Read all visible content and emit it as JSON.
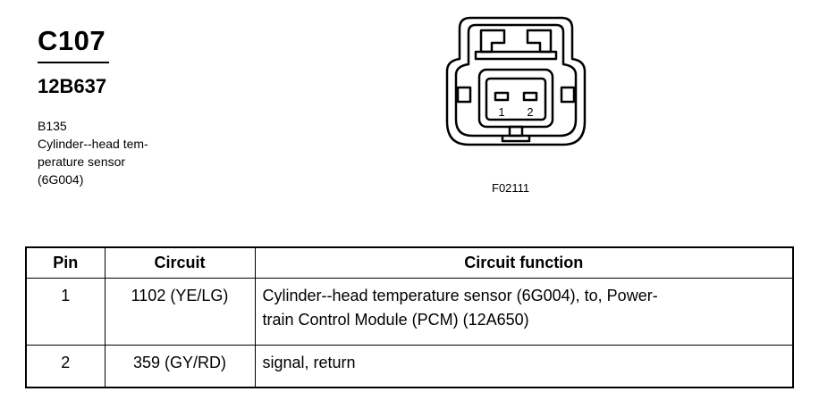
{
  "header": {
    "connector_code": "C107",
    "part_number": "12B637",
    "description_lines": [
      "B135",
      "Cylinder--head tem-",
      "perature sensor",
      "(6G004)"
    ]
  },
  "figure": {
    "code": "F02111",
    "pin_labels": [
      "1",
      "2"
    ]
  },
  "table": {
    "headers": [
      "Pin",
      "Circuit",
      "Circuit function"
    ],
    "rows": [
      {
        "pin": "1",
        "circuit": "1102 (YE/LG)",
        "function_lines": [
          "Cylinder--head temperature sensor (6G004), to, Power-",
          "train Control Module (PCM) (12A650)"
        ]
      },
      {
        "pin": "2",
        "circuit": "359 (GY/RD)",
        "function_lines": [
          "signal, return"
        ]
      }
    ]
  }
}
